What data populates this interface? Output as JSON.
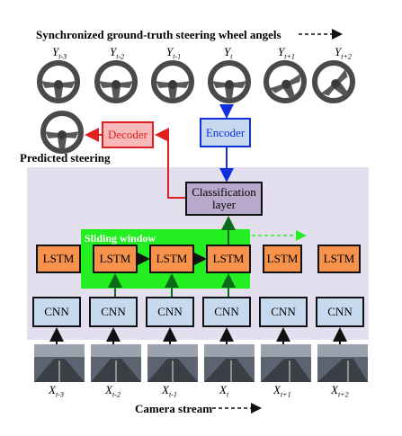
{
  "top_title": "Synchronized ground-truth steering wheel angels",
  "bottom_title": "Camera stream",
  "predicted_label": "Predicted steering",
  "decoder_label": "Decoder",
  "encoder_label": "Encoder",
  "classification_label_line1": "Classification",
  "classification_label_line2": "layer",
  "sliding_window_label": "Sliding window",
  "lstm_label": "LSTM",
  "cnn_label": "CNN",
  "y_labels": [
    {
      "base": "Y",
      "sub": "t-3"
    },
    {
      "base": "Y",
      "sub": "t-2"
    },
    {
      "base": "Y",
      "sub": "t-1"
    },
    {
      "base": "Y",
      "sub": "t"
    },
    {
      "base": "Y",
      "sub": "t+1"
    },
    {
      "base": "Y",
      "sub": "t+2"
    }
  ],
  "x_labels": [
    {
      "base": "X",
      "sub": "t-3"
    },
    {
      "base": "X",
      "sub": "t-2"
    },
    {
      "base": "X",
      "sub": "t-1"
    },
    {
      "base": "X",
      "sub": "t"
    },
    {
      "base": "X",
      "sub": "t+1"
    },
    {
      "base": "X",
      "sub": "t+2"
    }
  ],
  "colors": {
    "decoder": "#e02020",
    "encoder": "#1030e0",
    "lstm": "#f6924b",
    "cnn": "#c6d9ef",
    "window": "#22ee22",
    "panel": "#e3dfee"
  }
}
